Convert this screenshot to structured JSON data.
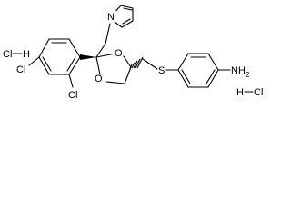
{
  "molecule": {
    "atoms": {
      "imidazole_n": "N",
      "dioxolane_o_top": "O",
      "dioxolane_o_bottom": "O",
      "thioether_s": "S",
      "cl_para": "Cl",
      "cl_ortho": "Cl",
      "amine_n": "N",
      "amine_h": "H",
      "amine_h_count": "2"
    },
    "salts": {
      "hcl_left_h": "H",
      "hcl_left_cl": "Cl",
      "hcl_right_h": "H",
      "hcl_right_cl": "Cl"
    }
  }
}
